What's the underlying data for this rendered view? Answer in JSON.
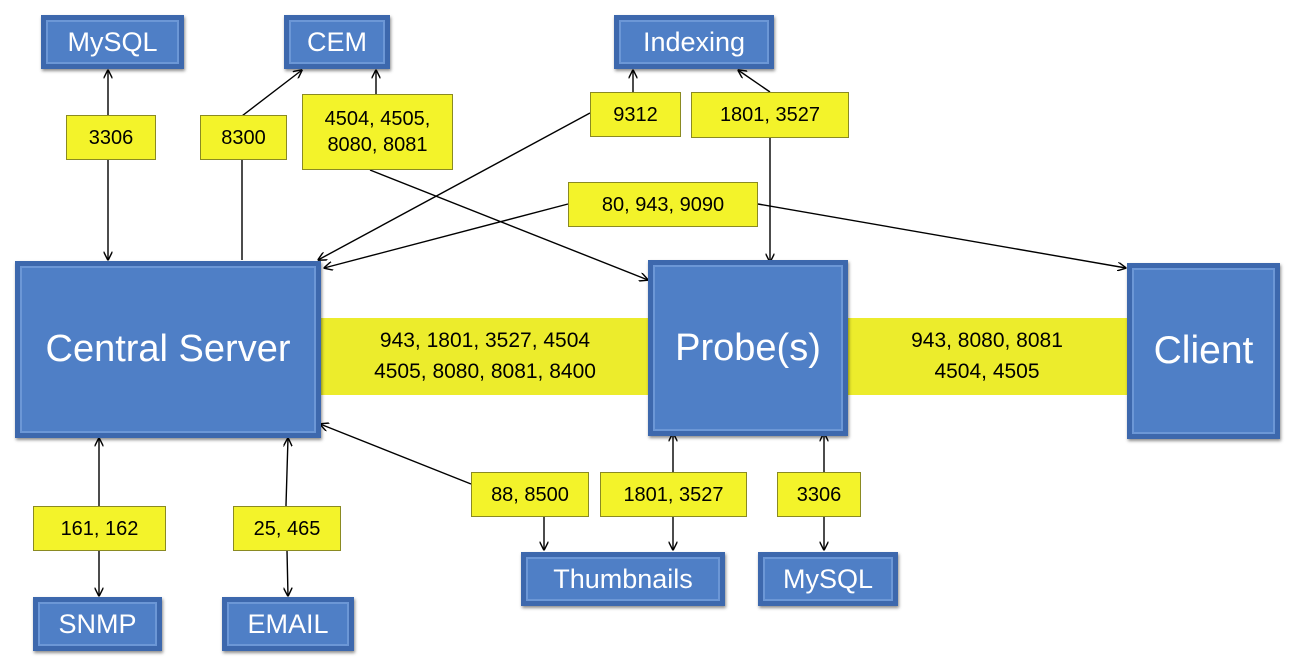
{
  "nodes": {
    "central_server": "Central Server",
    "probes": "Probe(s)",
    "client": "Client",
    "mysql_top": "MySQL",
    "cem": "CEM",
    "indexing": "Indexing",
    "snmp": "SNMP",
    "email": "EMAIL",
    "thumbnails": "Thumbnails",
    "mysql_bottom": "MySQL"
  },
  "ports": {
    "mysql_top": "3306",
    "cem_central": "8300",
    "cem_probe_line1": "4504, 4505,",
    "cem_probe_line2": "8080, 8081",
    "indexing_central": "9312",
    "indexing_probe": "1801, 3527",
    "client_central": "80, 943, 9090",
    "central_probe_line1": "943, 1801, 3527, 4504",
    "central_probe_line2": "4505, 8080, 8081, 8400",
    "probe_client_line1": "943, 8080, 8081",
    "probe_client_line2": "4504, 4505",
    "snmp": "161, 162",
    "email": "25, 465",
    "thumbnails_central": "88, 8500",
    "thumbnails_probe": "1801, 3527",
    "mysql_bottom": "3306"
  },
  "colors": {
    "node_fill": "#4f7fc6",
    "node_border": "#3d68ad",
    "label_fill": "#f3f32a",
    "band_fill": "#ecec2c",
    "line": "#000000"
  }
}
